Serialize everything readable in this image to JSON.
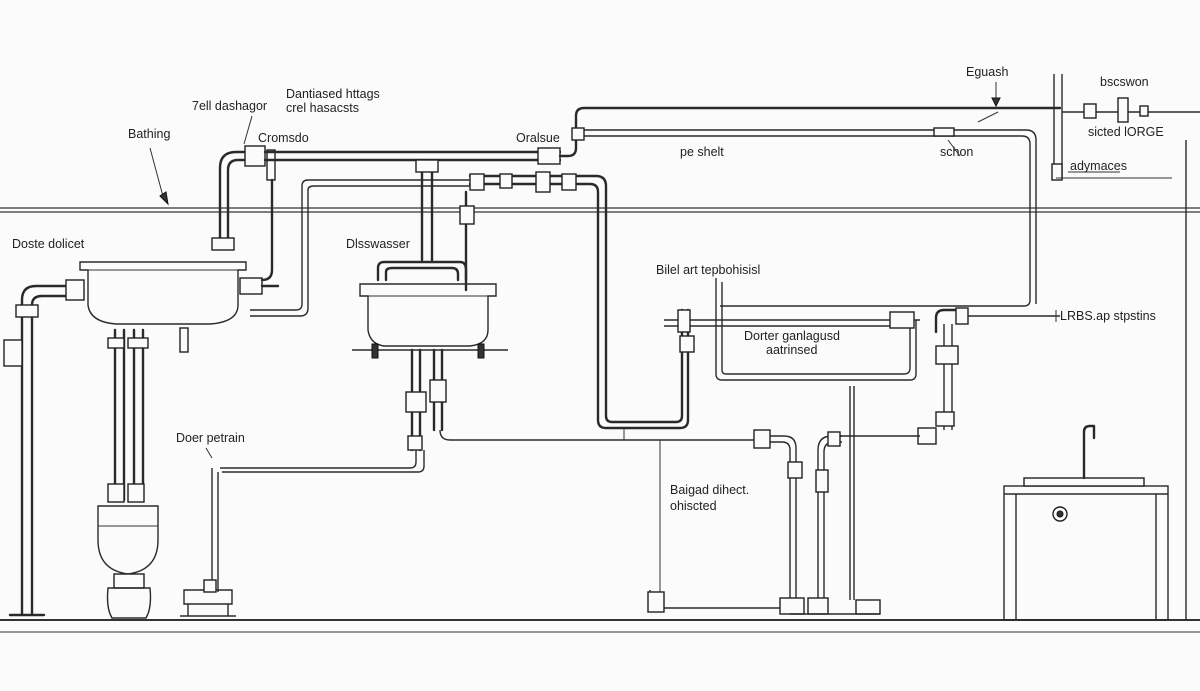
{
  "labels": {
    "bathing": "Bathing",
    "dishwasher_top": "7ell dashagor",
    "dentiased_1": "Dantiased httags",
    "dentiased_2": "crel hasacsts",
    "cromsdo": "Cromsdo",
    "oralsue": "Oralsue",
    "pesshelt": "pe shelt",
    "eguash": "Eguash",
    "schon": "schon",
    "dscswon": "bscswon",
    "sichedlorge": "sicted lORGE",
    "adymaces": "adymaces",
    "doste_dolicet": "Doste dolicet",
    "dishwasser": "Dlsswasser",
    "bilet": "Bilel art tepbohisisl",
    "dorter_1": "Dorter ganlagusd",
    "dorter_2": "aatrinsed",
    "lrbs": "LRBS.ap stpstins",
    "doerpetrain": "Doer petrain",
    "baigad_1": "Baigad dihect.",
    "baigad_2": "ohiscted"
  }
}
